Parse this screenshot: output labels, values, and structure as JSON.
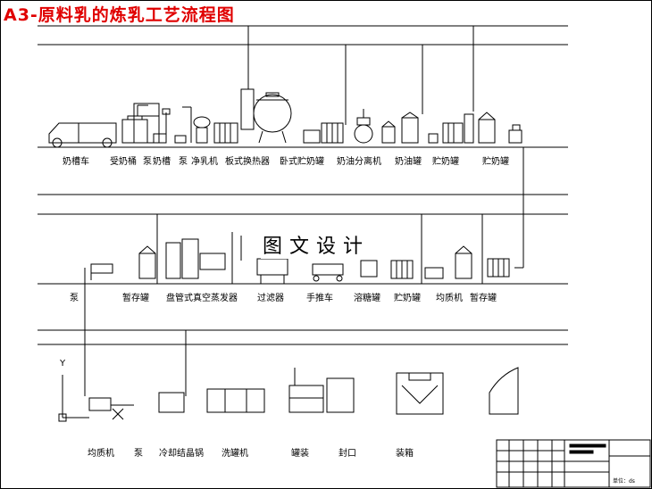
{
  "title": "A3-原料乳的炼乳工艺流程图",
  "watermark": "图文设计",
  "row1": {
    "labels": [
      "奶槽车",
      "受奶桶",
      "泵",
      "奶槽",
      "泵",
      "净乳机",
      "板式换热器",
      "卧式贮奶罐",
      "奶油分离机",
      "奶油罐",
      "贮奶罐",
      "贮奶罐"
    ]
  },
  "row2": {
    "labels": [
      "泵",
      "暂存罐",
      "盘管式真空蒸发器",
      "过滤器",
      "手推车",
      "溶糖罐",
      "贮奶罐",
      "均质机",
      "暂存罐"
    ]
  },
  "row3": {
    "labels": [
      "均质机",
      "泵",
      "冷却结晶锅",
      "洗罐机",
      "罐装",
      "封口",
      "装箱"
    ]
  },
  "titleblock": {
    "unit_text": "单位：ds"
  },
  "axis": {
    "y_label": "Y",
    "x_label": "X"
  }
}
